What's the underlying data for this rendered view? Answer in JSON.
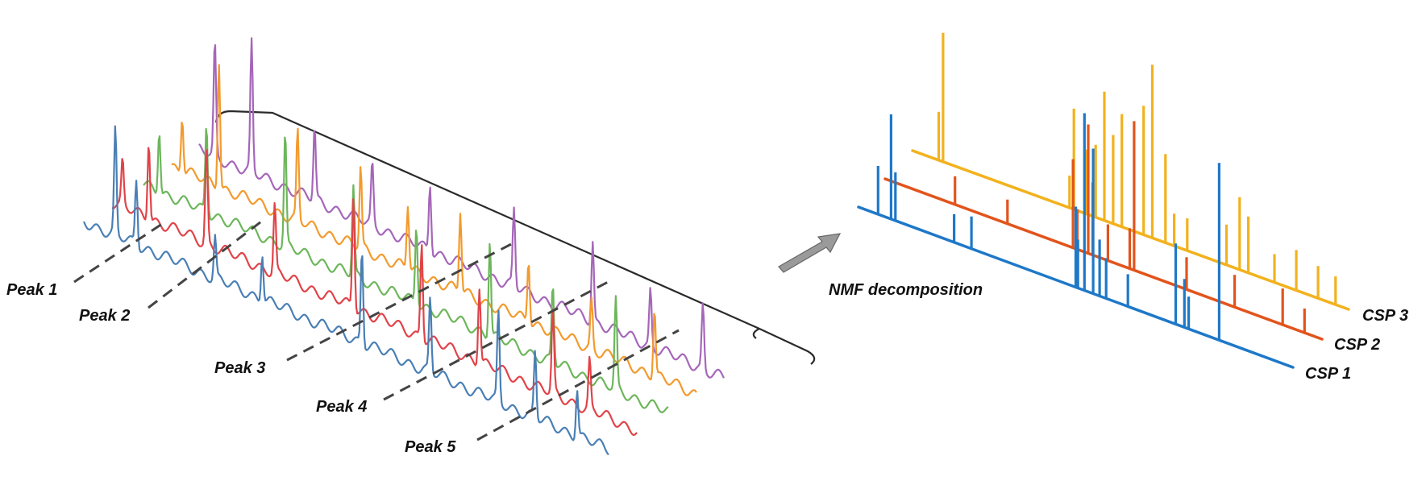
{
  "peak_labels": [
    "Peak 1",
    "Peak 2",
    "Peak 3",
    "Peak 4",
    "Peak 5"
  ],
  "arrow_label": "NMF decomposition",
  "component_labels": [
    "CSP 1",
    "CSP 2",
    "CSP 3"
  ],
  "colors": {
    "spectra": [
      "#4a7fb5",
      "#e04349",
      "#6db65b",
      "#f39a2d",
      "#a566b9"
    ],
    "components": [
      "#1e78c8",
      "#e2541c",
      "#f2b21e"
    ],
    "arrow": "#9a9a9a",
    "guide": "#444444"
  }
}
